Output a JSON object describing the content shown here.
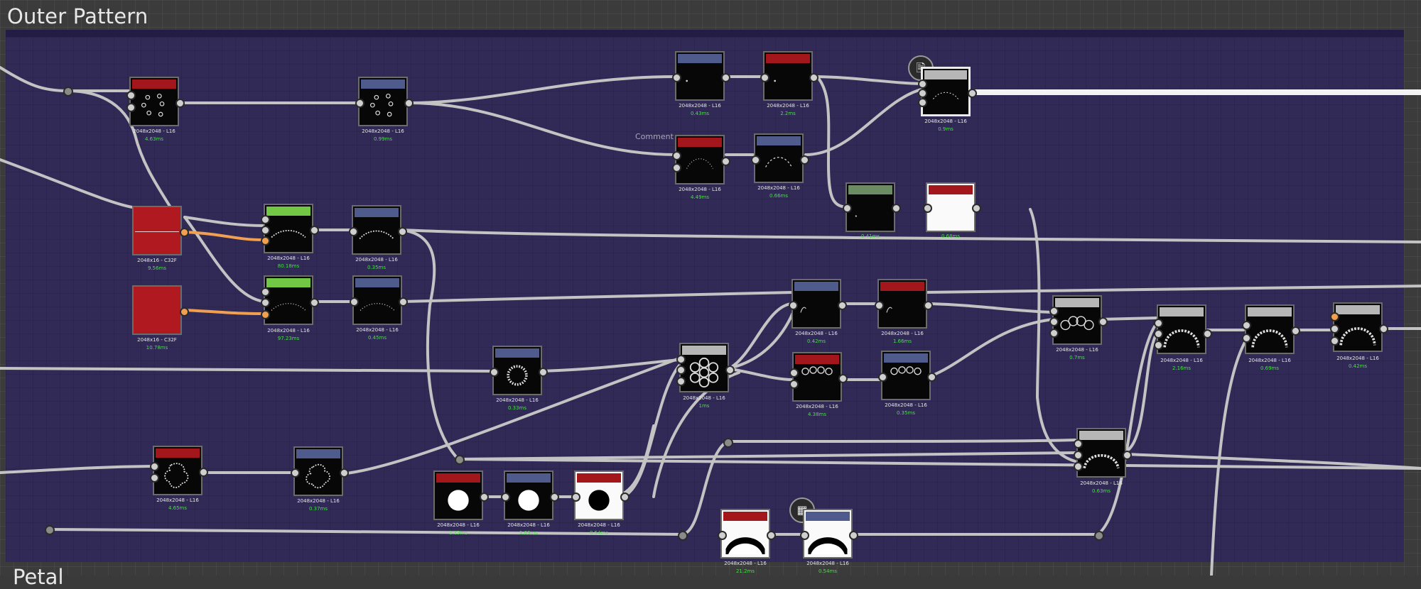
{
  "frames": {
    "outer_title": "Outer Pattern",
    "next_title": "Petal"
  },
  "comment": "Comment",
  "colors": {
    "frame_bg": "#312a57",
    "header_red": "#a3161c",
    "header_blue": "#4f5b8c",
    "header_green": "#72c844",
    "header_gray": "#b6b6b6",
    "header_sage": "#6b8c62",
    "wire": "#c3c3c3",
    "wire_orange": "#f0a050",
    "time_green": "#4cdc4c"
  },
  "badges": {
    "document": "document-icon",
    "checker": "checker-icon"
  },
  "nodes": [
    {
      "id": "n1",
      "res": "2048x2048 - L16",
      "time": "4.63ms"
    },
    {
      "id": "n2",
      "res": "2048x2048 - L16",
      "time": "0.99ms"
    },
    {
      "id": "n3",
      "res": "2048x2048 - L16",
      "time": "0.43ms"
    },
    {
      "id": "n4",
      "res": "2048x2048 - L16",
      "time": "2.2ms"
    },
    {
      "id": "n5",
      "res": "2048x2048 - L16",
      "time": "0.9ms"
    },
    {
      "id": "n6",
      "res": "2048x2048 - L16",
      "time": "4.49ms"
    },
    {
      "id": "n7",
      "res": "2048x2048 - L16",
      "time": "0.66ms"
    },
    {
      "id": "n8",
      "res": "",
      "time": "0.41ms"
    },
    {
      "id": "n9",
      "res": "",
      "time": "0.68ms"
    },
    {
      "id": "n10",
      "res": "2048x16 - C32F",
      "time": "9.56ms"
    },
    {
      "id": "n11",
      "res": "2048x2048 - L16",
      "time": "80.18ms"
    },
    {
      "id": "n12",
      "res": "2048x2048 - L16",
      "time": "0.35ms"
    },
    {
      "id": "n13",
      "res": "2048x16 - C32F",
      "time": "10.78ms"
    },
    {
      "id": "n14",
      "res": "2048x2048 - L16",
      "time": "97.23ms"
    },
    {
      "id": "n15",
      "res": "2048x2048 - L16",
      "time": "0.45ms"
    },
    {
      "id": "n16",
      "res": "2048x2048 - L16",
      "time": "0.42ms"
    },
    {
      "id": "n17",
      "res": "2048x2048 - L16",
      "time": "1.66ms"
    },
    {
      "id": "n18",
      "res": "2048x2048 - L16",
      "time": "0.7ms"
    },
    {
      "id": "n19",
      "res": "2048x2048 - L16",
      "time": "2.16ms"
    },
    {
      "id": "n20",
      "res": "2048x2048 - L16",
      "time": "0.69ms"
    },
    {
      "id": "n21",
      "res": "2048x2048 - L16",
      "time": "0.42ms"
    },
    {
      "id": "n22",
      "res": "2048x2048 - L16",
      "time": "0.33ms"
    },
    {
      "id": "n23",
      "res": "2048x2048 - L16",
      "time": "1ms"
    },
    {
      "id": "n24",
      "res": "2048x2048 - L16",
      "time": "4.38ms"
    },
    {
      "id": "n25",
      "res": "2048x2048 - L16",
      "time": "0.35ms"
    },
    {
      "id": "n26",
      "res": "2048x2048 - L16",
      "time": "4.65ms"
    },
    {
      "id": "n27",
      "res": "2048x2048 - L16",
      "time": "0.37ms"
    },
    {
      "id": "n28",
      "res": "2048x2048 - L16",
      "time": "1.13ms"
    },
    {
      "id": "n29",
      "res": "2048x2048 - L16",
      "time": "1.09ms"
    },
    {
      "id": "n30",
      "res": "2048x2048 - L16",
      "time": "0.54ms"
    },
    {
      "id": "n31",
      "res": "2048x2048 - L16",
      "time": "0.63ms"
    },
    {
      "id": "n32",
      "res": "2048x2048 - L16",
      "time": "21.2ms"
    },
    {
      "id": "n33",
      "res": "2048x2048 - L16",
      "time": "0.54ms"
    }
  ]
}
